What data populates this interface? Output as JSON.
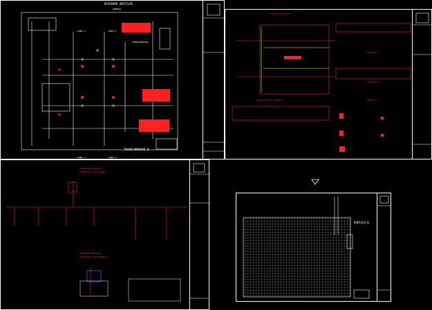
{
  "sheets": {
    "single_line": {
      "title": "DIAGRAMA UNIFILAR",
      "subtitle": "GENERAL",
      "labels": {
        "linea2": "LINEA 2",
        "linea1": "LINEA 1",
        "linea3": "LINEA 3",
        "linea4": "LINEA 4",
        "trafo": "TRANSFORMADOR",
        "trafo_b": "TRANSFORMADOR B"
      }
    },
    "plan_elevation": {
      "title": "PLANTA DE PLANTA",
      "corte_a": "CORTE A-A'",
      "corte_b": "CORTE B-B'",
      "elevacion": "ELEVACION DEL PORTICO",
      "detalle": "CORTE C-C'"
    },
    "distribution": {
      "title": "DIAGRAMA UNIFILAR",
      "subtitle": "SERVICIOS AUXILIARES",
      "sub2_title": "DIAGRAMA UNIFILAR",
      "sub2_subtitle": "SERVICIOS AUXILIARES 2"
    },
    "grid": {
      "label": "PORTICO B"
    }
  },
  "colors": {
    "background": "#000000",
    "frame": "#ffffff",
    "red": "#ff2020",
    "green": "#20ff20",
    "yellow": "#ffff00",
    "blue": "#3060ff"
  },
  "icons": {
    "collapse": "triangle-down-icon"
  }
}
